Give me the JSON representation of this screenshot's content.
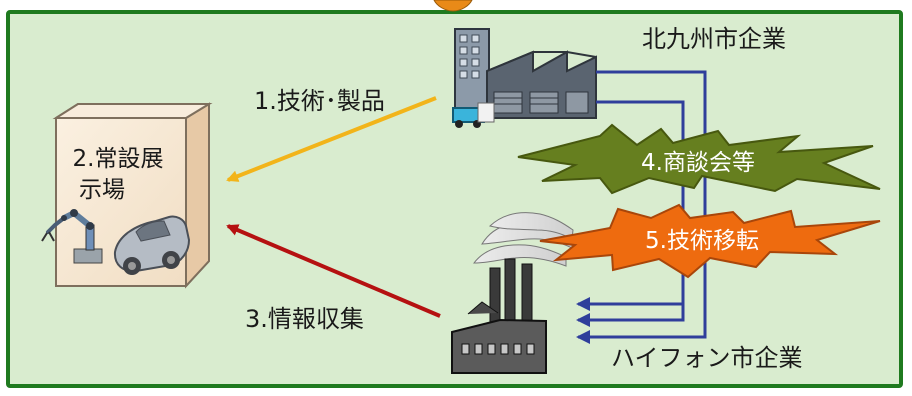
{
  "colors": {
    "panel_fill": "#d9eccf",
    "panel_border": "#1f7a1f",
    "arrow_orange": "#f2b41a",
    "arrow_red": "#b51111",
    "connector_blue": "#2f3e9b",
    "burst_green": "#667f1f",
    "burst_orange": "#ee6b0f",
    "showroom_fill": "#f7e7cf",
    "showroom_side": "#e7c9a6",
    "factory_modern": "#7f8e9f",
    "factory_old": "#4f4f4f"
  },
  "labels": {
    "kitakyushu_company": "北九州市企業",
    "haiphong_company": "ハイフォン市企業",
    "tech_products": "1.技術･製品",
    "showroom_line1": "2.常設展",
    "showroom_line2": "示場",
    "info_collection": "3.情報収集",
    "business_meetings": "4.商談会等",
    "tech_transfer": "5.技術移転"
  },
  "icons": {
    "modern_factory": "modern-factory-icon",
    "old_factory": "smokestack-factory-icon",
    "robot_arm": "robot-arm-icon",
    "car": "car-icon"
  }
}
